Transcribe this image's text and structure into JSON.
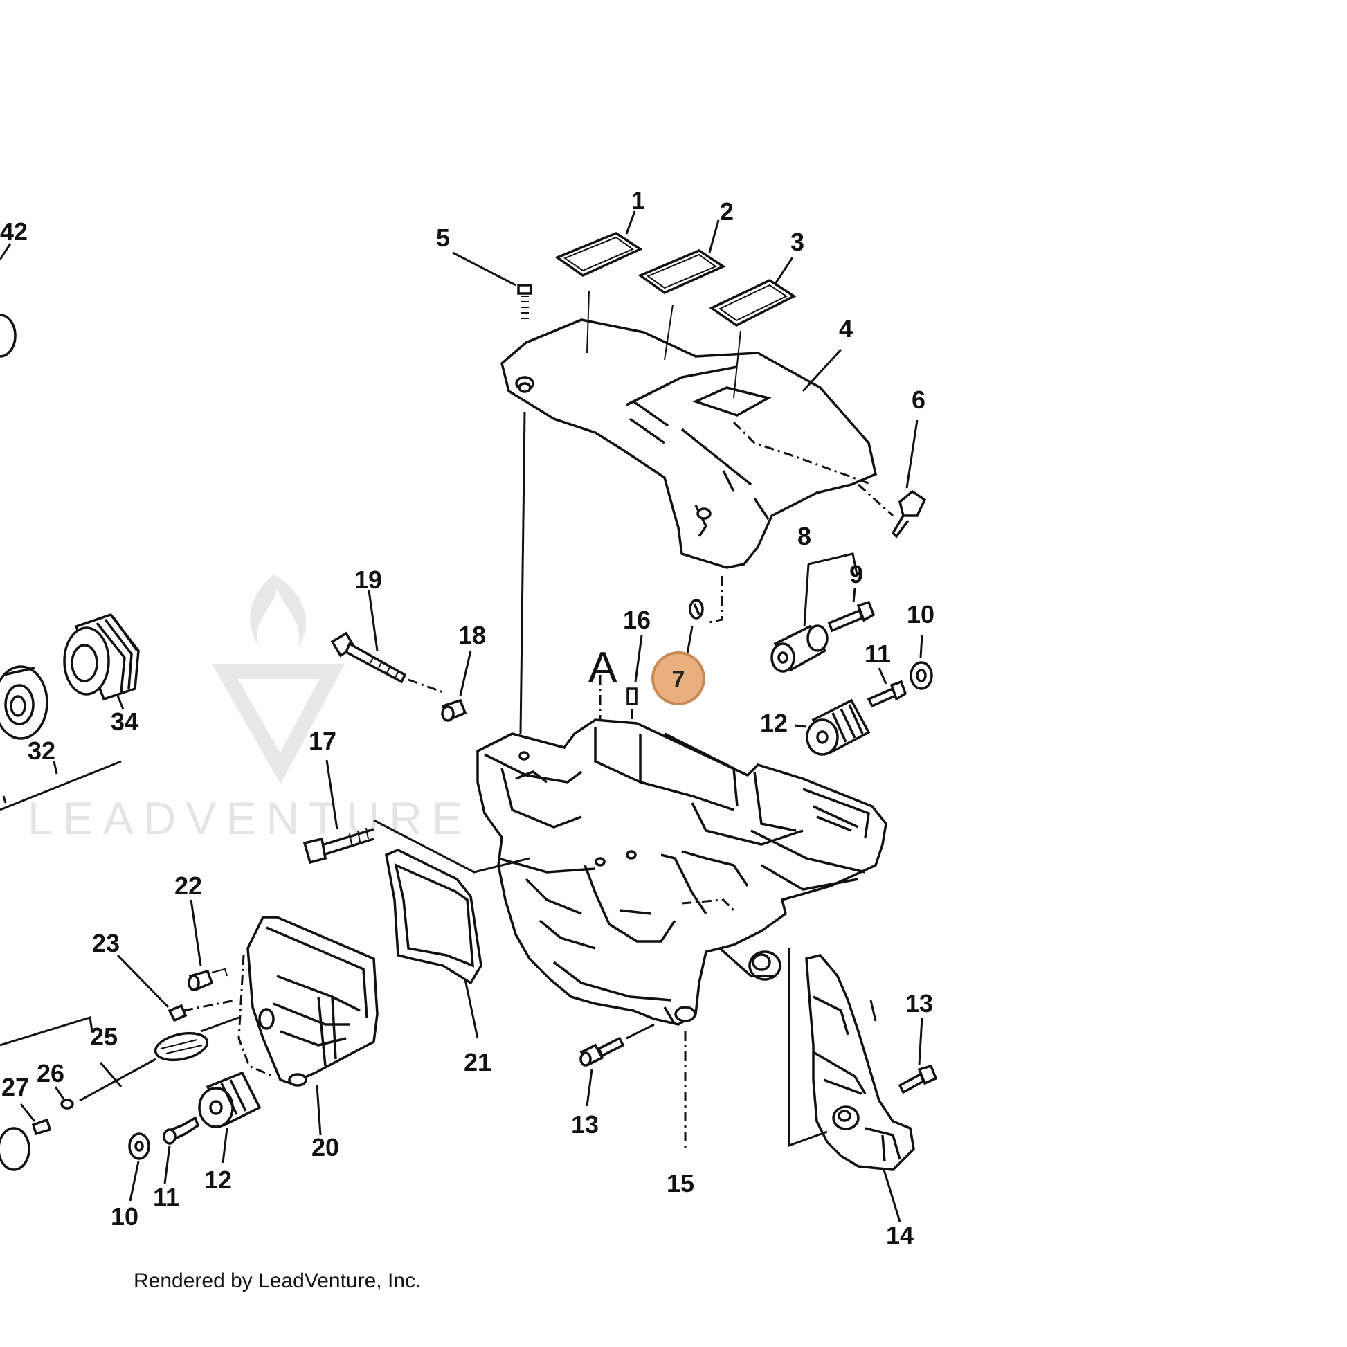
{
  "diagram": {
    "watermark_text": "LEADVENTURE",
    "render_credit": "Rendered by LeadVenture, Inc.",
    "section_letter": "A",
    "highlighted_part": "7",
    "highlight_color": "#e8b07f",
    "highlight_stroke": "#c98a54",
    "line_color": "#111111",
    "labels": {
      "p1": "1",
      "p2": "2",
      "p3": "3",
      "p4": "4",
      "p5": "5",
      "p6": "6",
      "p8": "8",
      "p9": "9",
      "p10a": "10",
      "p10b": "10",
      "p11a": "11",
      "p11b": "11",
      "p12a": "12",
      "p12b": "12",
      "p13a": "13",
      "p13b": "13",
      "p14": "14",
      "p15": "15",
      "p16": "16",
      "p17": "17",
      "p18": "18",
      "p19": "19",
      "p20": "20",
      "p21": "21",
      "p22": "22",
      "p23": "23",
      "p25": "25",
      "p26": "26",
      "p27": "27",
      "p32": "32",
      "p34": "34",
      "p42": "42"
    }
  }
}
